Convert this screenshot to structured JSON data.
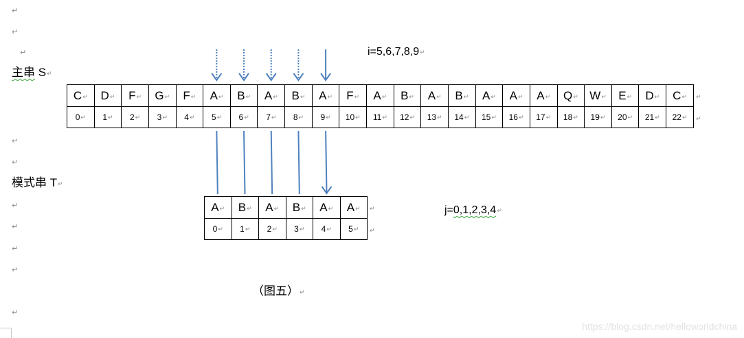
{
  "document": {
    "paragraph_mark": "↵",
    "main_string_label": "主串 S",
    "main_string_label_parts": {
      "cn": "主串",
      "var": " S"
    },
    "pattern_string_label": "模式串 T",
    "i_sequence": "i=5,6,7,8,9",
    "j_sequence": "j=0,1,2,3,4",
    "caption": "（图五）",
    "watermark": "https://blog.csdn.net/helloworldchina"
  },
  "main_string": {
    "chars": [
      "C",
      "D",
      "F",
      "G",
      "F",
      "A",
      "B",
      "A",
      "B",
      "A",
      "F",
      "A",
      "B",
      "A",
      "B",
      "A",
      "A",
      "A",
      "Q",
      "W",
      "E",
      "D",
      "C"
    ],
    "indices": [
      "0",
      "1",
      "2",
      "3",
      "4",
      "5",
      "6",
      "7",
      "8",
      "9",
      "10",
      "11",
      "12",
      "13",
      "14",
      "15",
      "16",
      "17",
      "18",
      "19",
      "20",
      "21",
      "22"
    ]
  },
  "pattern_string": {
    "chars": [
      "A",
      "B",
      "A",
      "B",
      "A",
      "A"
    ],
    "indices": [
      "0",
      "1",
      "2",
      "3",
      "4",
      "5"
    ]
  },
  "arrows": {
    "color": "#4f81bd",
    "top": [
      {
        "index": 5,
        "style": "dotted"
      },
      {
        "index": 6,
        "style": "dotted"
      },
      {
        "index": 7,
        "style": "dotted"
      },
      {
        "index": 8,
        "style": "dotted"
      },
      {
        "index": 9,
        "style": "solid"
      }
    ],
    "connectors": [
      {
        "from_i": 5,
        "to_j": 0,
        "style": "line"
      },
      {
        "from_i": 6,
        "to_j": 1,
        "style": "line"
      },
      {
        "from_i": 7,
        "to_j": 2,
        "style": "line"
      },
      {
        "from_i": 8,
        "to_j": 3,
        "style": "line"
      },
      {
        "from_i": 9,
        "to_j": 4,
        "style": "arrow"
      }
    ]
  }
}
